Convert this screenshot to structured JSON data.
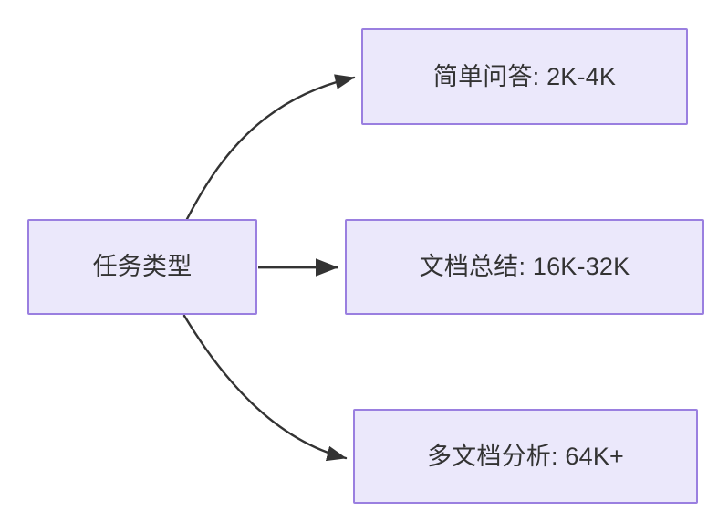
{
  "diagram": {
    "type": "flowchart",
    "direction": "left-to-right",
    "background_color": "#ffffff",
    "node_fill_color": "#ebe8fb",
    "node_border_color": "#9a7fe0",
    "node_text_color": "#333333",
    "edge_color": "#333333",
    "root": {
      "id": "root",
      "label": "任务类型"
    },
    "branches": [
      {
        "id": "simple-qa",
        "label": "简单问答: 2K-4K",
        "task": "简单问答",
        "range": "2K-4K",
        "edge_style": "curved",
        "arrow": "arrowhead-right"
      },
      {
        "id": "doc-summary",
        "label": "文档总结: 16K-32K",
        "task": "文档总结",
        "range": "16K-32K",
        "edge_style": "straight",
        "arrow": "arrowhead-right"
      },
      {
        "id": "multi-doc",
        "label": "多文档分析: 64K+",
        "task": "多文档分析",
        "range": "64K+",
        "edge_style": "curved",
        "arrow": "arrowhead-right"
      }
    ]
  }
}
